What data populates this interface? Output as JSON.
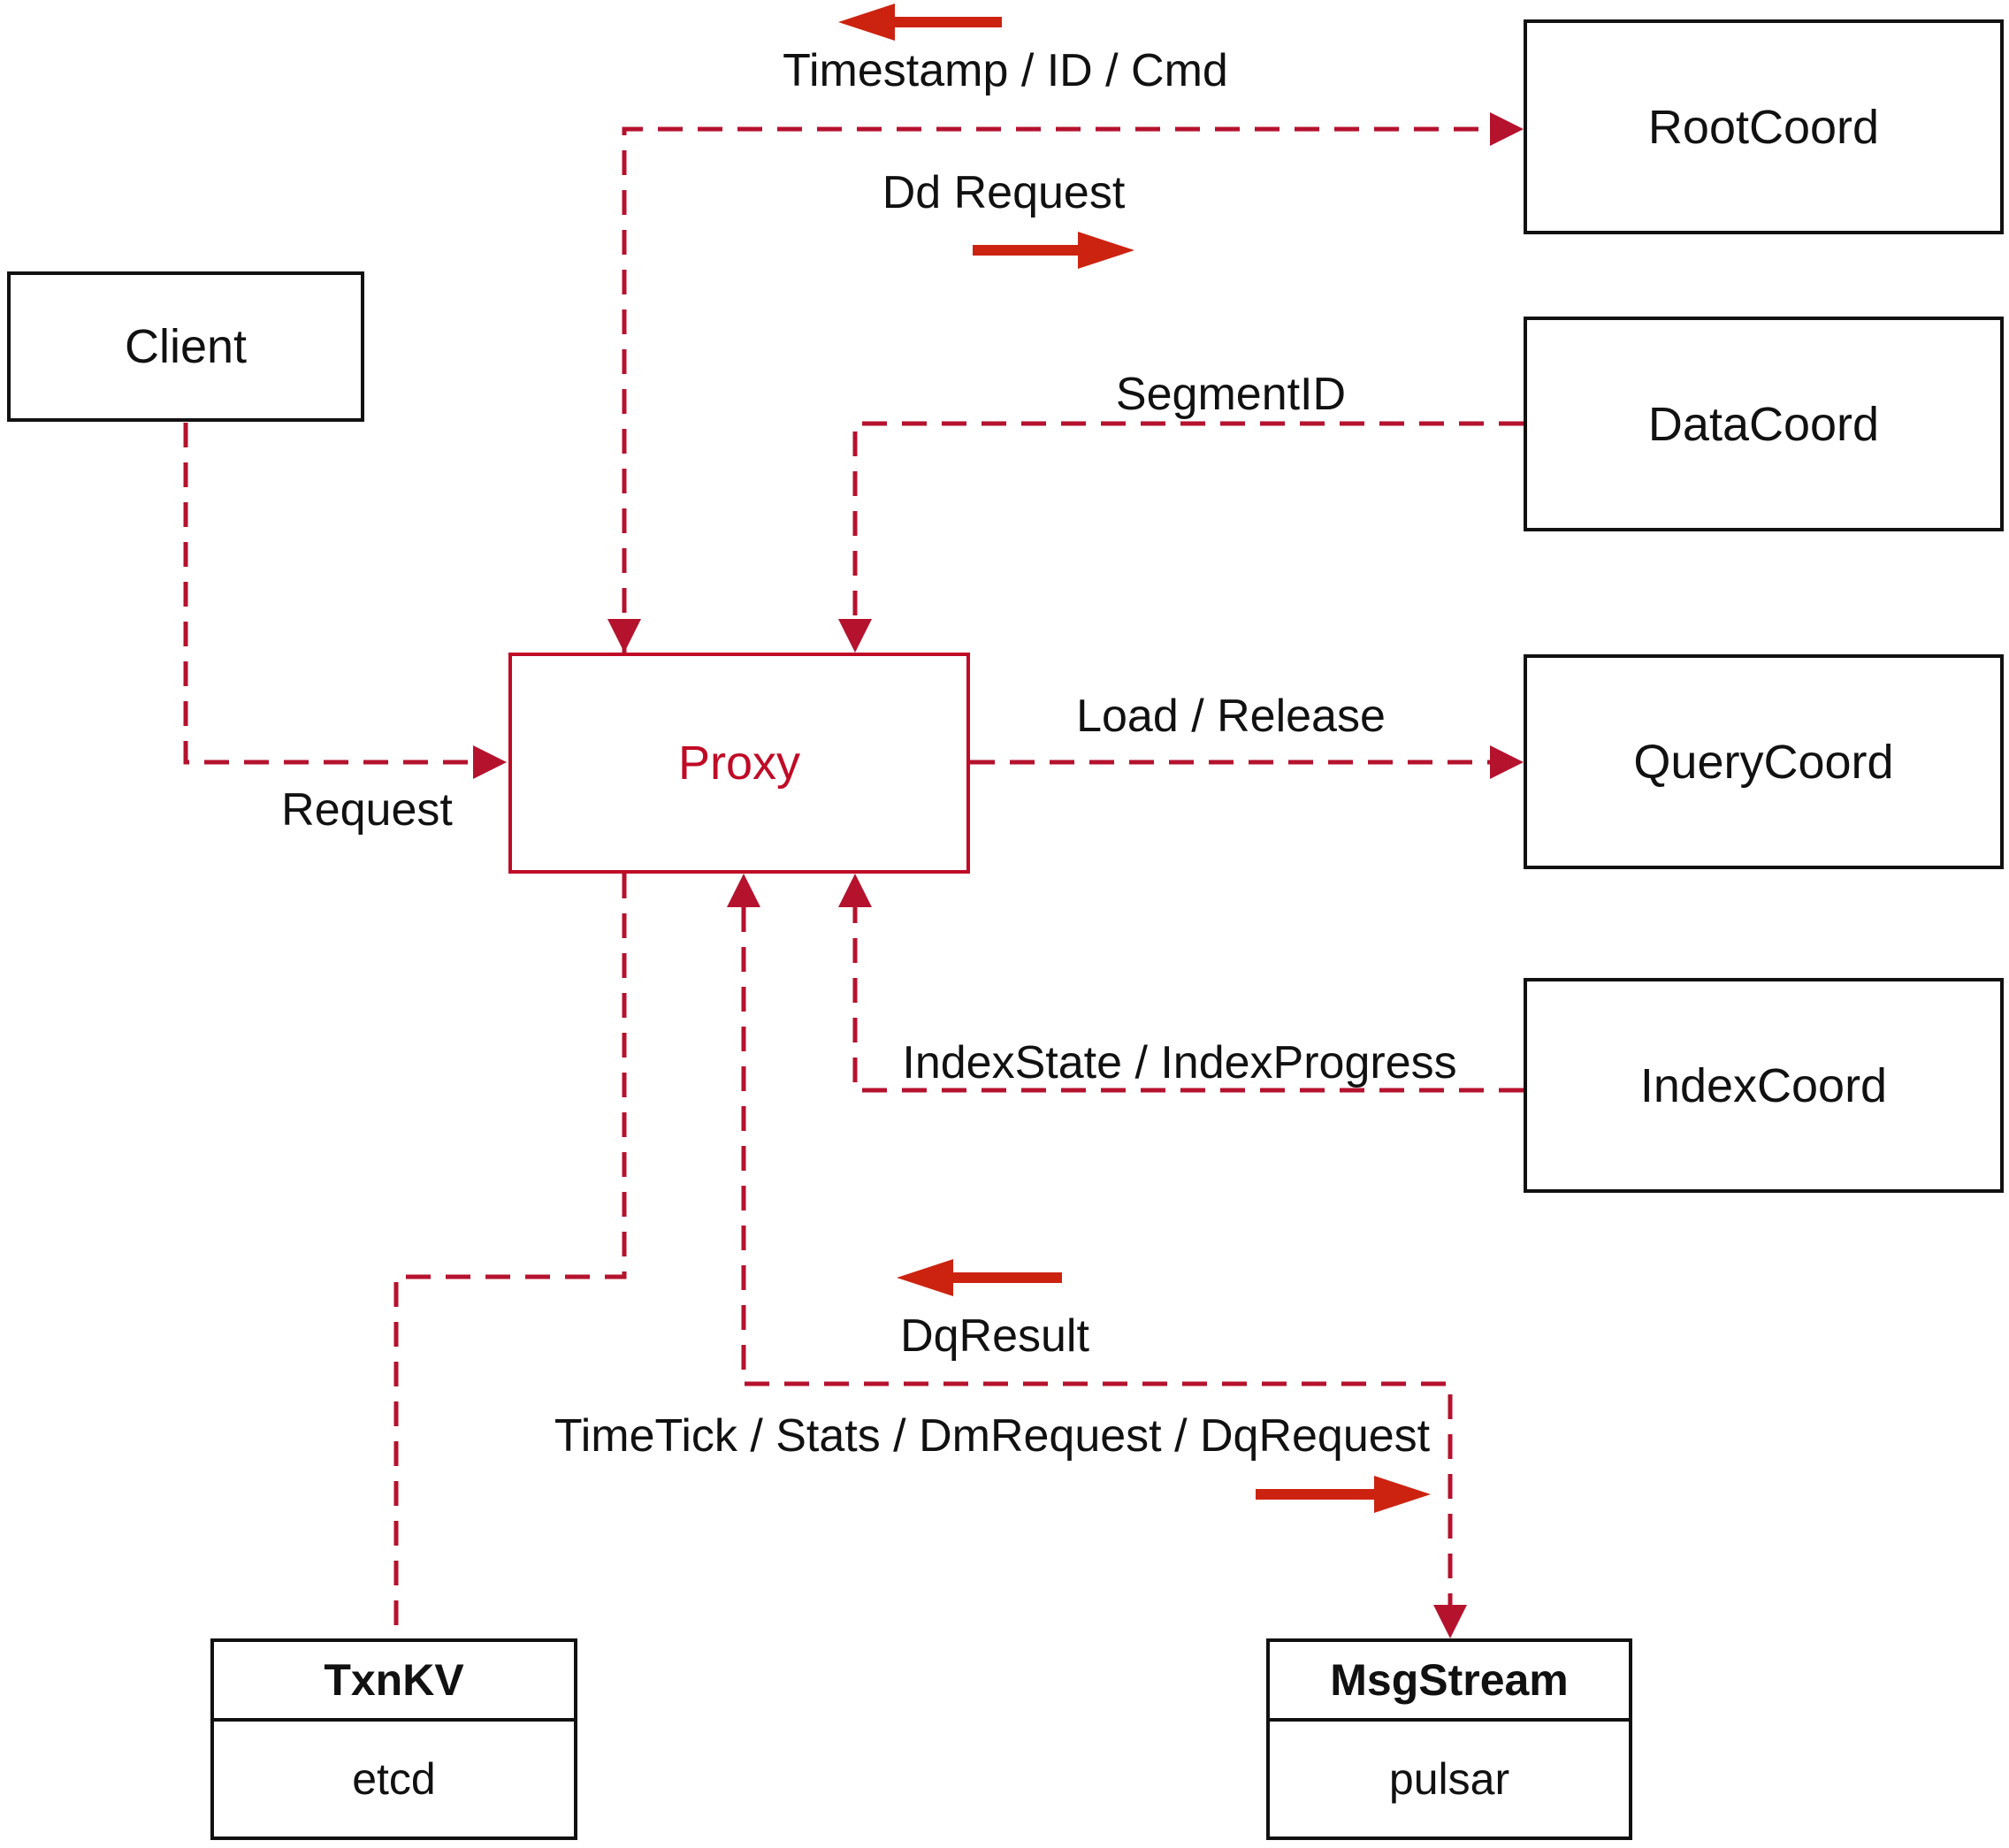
{
  "diagram": {
    "nodes": {
      "client": {
        "label": "Client"
      },
      "proxy": {
        "label": "Proxy"
      },
      "root_coord": {
        "label": "RootCoord"
      },
      "data_coord": {
        "label": "DataCoord"
      },
      "query_coord": {
        "label": "QueryCoord"
      },
      "index_coord": {
        "label": "IndexCoord"
      },
      "txn_kv": {
        "title": "TxnKV",
        "implementation": "etcd"
      },
      "msg_stream": {
        "title": "MsgStream",
        "implementation": "pulsar"
      }
    },
    "edge_labels": {
      "timestamp_id_cmd": "Timestamp / ID / Cmd",
      "dd_request": "Dd Request",
      "segment_id": "SegmentID",
      "load_release": "Load / Release",
      "index_state": "IndexState / IndexProgress",
      "dq_result": "DqResult",
      "time_tick": "TimeTick / Stats / DmRequest / DqRequest",
      "request": "Request"
    },
    "colors": {
      "dashed_line": "#b5122e",
      "proxy_accent": "#c00a26",
      "solid_arrow": "#cc2310",
      "box_border": "#111111",
      "background": "#ffffff"
    }
  }
}
